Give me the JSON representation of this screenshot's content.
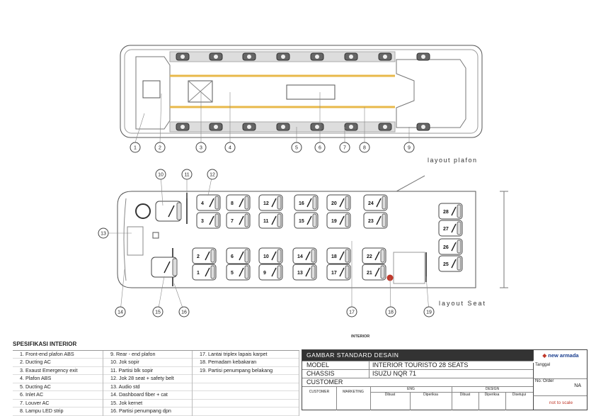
{
  "plafon": {
    "caption": "layout plafon",
    "callouts": [
      "1",
      "2",
      "3",
      "4",
      "5",
      "6",
      "7",
      "8",
      "9"
    ]
  },
  "seat_layout": {
    "caption": "layout Seat",
    "callouts_top": [
      "10",
      "11",
      "12"
    ],
    "callouts_left": [
      "13"
    ],
    "callouts_bottom": [
      "14",
      "15",
      "16",
      "17",
      "18",
      "19"
    ],
    "seats": [
      "1",
      "2",
      "3",
      "4",
      "5",
      "6",
      "7",
      "8",
      "9",
      "10",
      "11",
      "12",
      "13",
      "14",
      "15",
      "16",
      "17",
      "18",
      "19",
      "20",
      "21",
      "22",
      "23",
      "24",
      "25",
      "26",
      "27",
      "28"
    ]
  },
  "section_label": "INTERIOR",
  "spec": {
    "title": "SPESIFIKASI INTERIOR",
    "col1": [
      "1.  Front-end plafon ABS",
      "2.  Ducting AC",
      "3.  Exaust Emergency exit",
      "4.  Plafon ABS",
      "5.  Ducting AC",
      "6.  Inlet AC",
      "7.  Louver AC",
      "8.  Lampu LED strip"
    ],
    "col2": [
      "9.  Rear - end plafon",
      "10. Jok sopir",
      "11. Partisi blk sopir",
      "12. Jok 28 seat + safety belt",
      "13. Audio std",
      "14. Dashboard fiber + cat",
      "15. Jok kernet",
      "16. Partisi penumpang dpn"
    ],
    "col3": [
      "17. Lantai triplex lapais karpet",
      "18. Pemadam kebakaran",
      "19. Partisi penumpang belakang",
      "",
      "",
      "",
      "",
      ""
    ]
  },
  "title_block": {
    "header": "GAMBAR STANDARD DESAIN",
    "logo_text": "new armada",
    "model_label": "MODEL",
    "model_value": "INTERIOR TOURISTO 28 SEATS",
    "chassis_label": "CHASSIS",
    "chassis_value": "ISUZU NQR 71",
    "customer_label": "CUSTOMER",
    "tanggal_label": "Tanggal",
    "order_label": "No. Order",
    "order_value": "NA",
    "scale_note": "not to scale",
    "sig_customer": "CUSTOMER",
    "sig_marketing": "MARKETING",
    "sig_eng": "ENG",
    "sig_design": "DESIGN",
    "sig_dibuat": "Dibuat",
    "sig_diperiksa": "Diperiksa",
    "sig_disetujui": "Disetujui"
  }
}
